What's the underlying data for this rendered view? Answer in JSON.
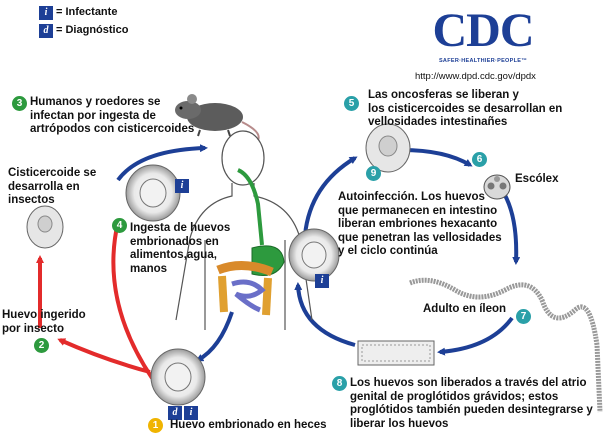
{
  "legend": {
    "infective_symbol": "i",
    "infective_label": "= Infectante",
    "diagnostic_symbol": "d",
    "diagnostic_label": "= Diagnóstico"
  },
  "logo": {
    "letters": "CDC",
    "tagline": "SAFER·HEALTHIER·PEOPLE™",
    "url": "http://www.dpd.cdc.gov/dpdx"
  },
  "steps": [
    {
      "number": "1",
      "color": "#f0b400",
      "text": "Huevo embrionado en heces"
    },
    {
      "number": "2",
      "color": "#2d9a3e",
      "text": "Huevo ingerido\npor insecto"
    },
    {
      "number": "3",
      "color": "#2d9a3e",
      "text": "Humanos y roedores se\ninfectan por ingesta de\nartrópodos con cisticercoides"
    },
    {
      "number": "4",
      "color": "#2d9a3e",
      "text": "Ingesta de huevos\nembrionados en\nalimentos,agua,\nmanos"
    },
    {
      "number": "5",
      "color": "#2aa0a8",
      "text": "Las oncosferas se liberan y\nlos cisticercoides se desarrollan en\nvellosidades intestinañes"
    },
    {
      "number": "6",
      "color": "#2aa0a8",
      "text": "Escólex"
    },
    {
      "number": "7",
      "color": "#2aa0a8",
      "text": "Adulto en íleon"
    },
    {
      "number": "8",
      "color": "#2aa0a8",
      "text": "Los huevos son liberados a través del atrio\ngenital de proglótidos grávidos; estos\nproglótidos también pueden desintegrarse y\nliberar los huevos"
    },
    {
      "number": "9",
      "color": "#2aa0a8",
      "text": ""
    }
  ],
  "notes": {
    "cysticercoid": "Cisticercoide se\ndesarrolla en\ninsectos",
    "autoinfection": "Autoinfección. Los huevos\nque permanecen en intestino\nliberan embriones hexacanto\nque penetran las vellosidades\ny el ciclo continúa"
  },
  "colors": {
    "human_cycle": "#1d3f96",
    "insect_cycle": "#e32b2b",
    "logo": "#1d3f96",
    "infective_badge": "#1d3f96"
  }
}
